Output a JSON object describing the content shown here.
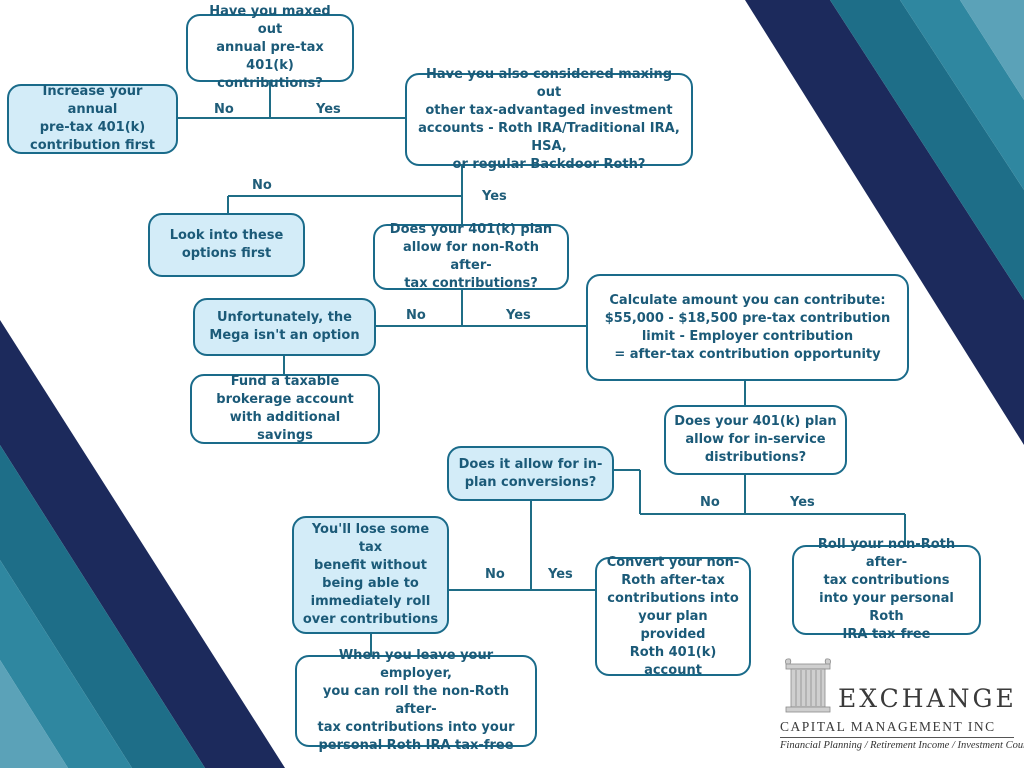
{
  "colors": {
    "navy": "#1c2a5c",
    "teal_dark": "#1e6e88",
    "teal_mid": "#2f87a0",
    "teal_light": "#5ba2b8",
    "box_border": "#1a6b8a",
    "box_fill": "#d3ecf8",
    "text": "#1b5a78",
    "connector": "#1f6d86"
  },
  "flowchart": {
    "nodes": {
      "q_maxed_pretax": "Have you maxed out\nannual pre-tax 401(k)\ncontributions?",
      "increase_pretax": "Increase your annual\npre-tax 401(k)\ncontribution first",
      "q_other_accounts": "Have you also considered maxing out\nother tax-advantaged investment\naccounts - Roth IRA/Traditional IRA, HSA,\nor regular Backdoor Roth?",
      "look_into_options": "Look into these\noptions first",
      "q_non_roth_aftertax": "Does your 401(k) plan\nallow for non-Roth after-\ntax contributions?",
      "mega_not_option": "Unfortunately, the\nMega isn't an option",
      "fund_taxable": "Fund a taxable\nbrokerage account\nwith additional savings",
      "calculate_amount": "Calculate amount you can contribute:\n$55,000 - $18,500 pre-tax contribution\nlimit - Employer contribution\n= after-tax contribution opportunity",
      "q_in_service": "Does your 401(k) plan\nallow for in-service\ndistributions?",
      "q_in_plan_conversion": "Does it allow for in-\nplan conversions?",
      "roll_to_roth_ira": "Roll your non-Roth after-\ntax contributions\ninto your personal Roth\nIRA tax-free",
      "lose_tax_benefit": "You'll lose some tax\nbenefit without\nbeing able to\nimmediately roll\nover contributions",
      "convert_roth_401k": "Convert your non-\nRoth after-tax\ncontributions into\nyour plan provided\nRoth 401(k) account",
      "leave_employer": "When you leave your employer,\nyou can roll the non-Roth after-\ntax contributions into your\npersonal Roth IRA tax-free"
    },
    "edge_labels": {
      "no_1": "No",
      "yes_1": "Yes",
      "no_2": "No",
      "yes_2": "Yes",
      "no_3": "No",
      "yes_3": "Yes",
      "no_4": "No",
      "yes_4": "Yes",
      "no_5": "No",
      "yes_5": "Yes"
    }
  },
  "logo": {
    "name": "EXCHANGE",
    "subtitle": "CAPITAL MANAGEMENT INC",
    "tagline": "Financial Planning / Retirement Income / Investment Counsel",
    "icon": "column-pillar-icon"
  }
}
